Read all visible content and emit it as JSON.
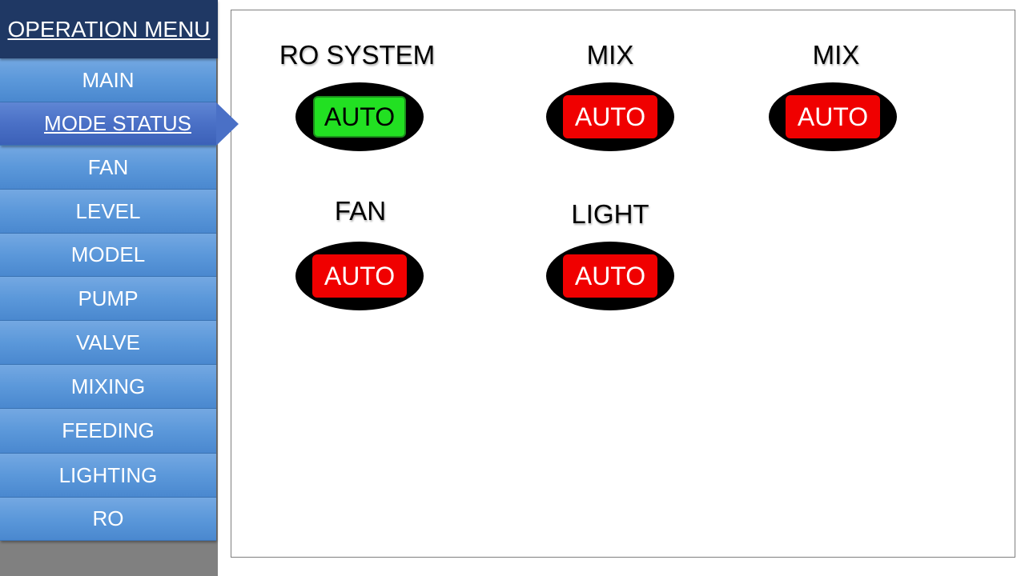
{
  "sidebar": {
    "header": "OPERATION MENU",
    "items": [
      {
        "label": "MAIN"
      },
      {
        "label": "MODE STATUS",
        "active": true
      },
      {
        "label": "FAN"
      },
      {
        "label": "LEVEL"
      },
      {
        "label": "MODEL"
      },
      {
        "label": "PUMP"
      },
      {
        "label": "VALVE"
      },
      {
        "label": "MIXING"
      },
      {
        "label": "FEEDING"
      },
      {
        "label": "LIGHTING"
      },
      {
        "label": "RO"
      }
    ]
  },
  "panel": {
    "blocks": [
      {
        "title": "RO SYSTEM",
        "mode": "AUTO",
        "state_color": "#22e022"
      },
      {
        "title": "MIX",
        "mode": "AUTO",
        "state_color": "#f00000"
      },
      {
        "title": "MIX",
        "mode": "AUTO",
        "state_color": "#f00000"
      },
      {
        "title": "FAN",
        "mode": "AUTO",
        "state_color": "#f00000"
      },
      {
        "title": "LIGHT",
        "mode": "AUTO",
        "state_color": "#f00000"
      }
    ]
  },
  "colors": {
    "header_bg": "#1f3864",
    "menu_bg": "#5b98da",
    "active_bg": "#4a70c6",
    "active_status": "#22e022",
    "inactive_status": "#f00000"
  }
}
